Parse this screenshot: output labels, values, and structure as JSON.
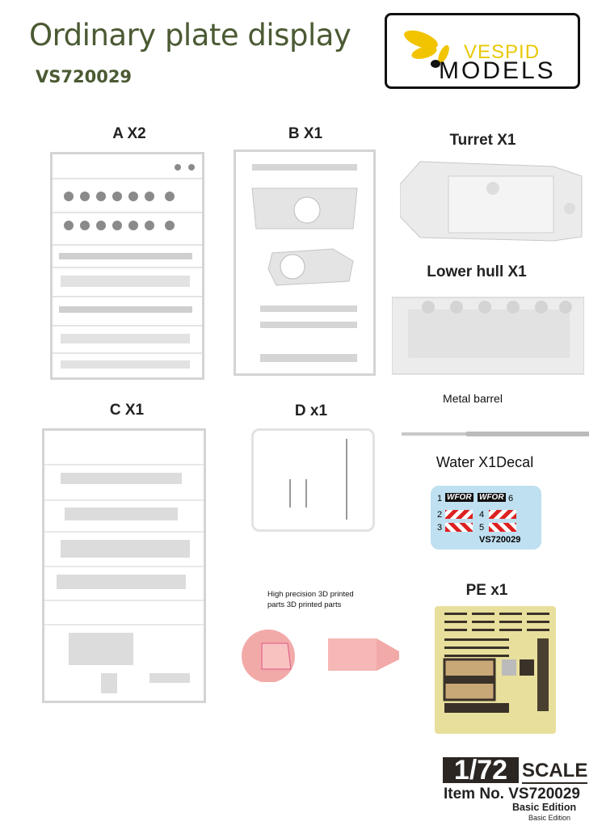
{
  "header": {
    "title": "Ordinary plate display",
    "item_code": "VS720029"
  },
  "logo": {
    "line1": "VESPID",
    "line2": "MODELS",
    "colors": {
      "yellow": "#f2c400",
      "black": "#111111"
    }
  },
  "parts": {
    "sprue_a": "A X2",
    "sprue_b": "B X1",
    "turret": "Turret X1",
    "lower_hull": "Lower hull X1",
    "sprue_c": "C X1",
    "sprue_d": "D x1",
    "metal_barrel": "Metal barrel",
    "decal": "Water X1Decal",
    "printed": "High precision 3D printed parts 3D printed parts",
    "pe": "PE x1"
  },
  "decal_sheet": {
    "labels": [
      "1",
      "2",
      "3",
      "4",
      "5",
      "6"
    ],
    "tag": "WFOR",
    "code": "VS720029",
    "color": "#bfe0f0"
  },
  "scale_block": {
    "scale": "1/72",
    "scale_word": "SCALE",
    "item_no": "Item No. VS720029",
    "edition": "Basic Edition",
    "edition_small": "Basic Edition"
  },
  "colors": {
    "title": "#4b5a33",
    "sprue": "#d9d9d9",
    "printed": "#f2aaa8",
    "pe": "#e8df9c"
  }
}
